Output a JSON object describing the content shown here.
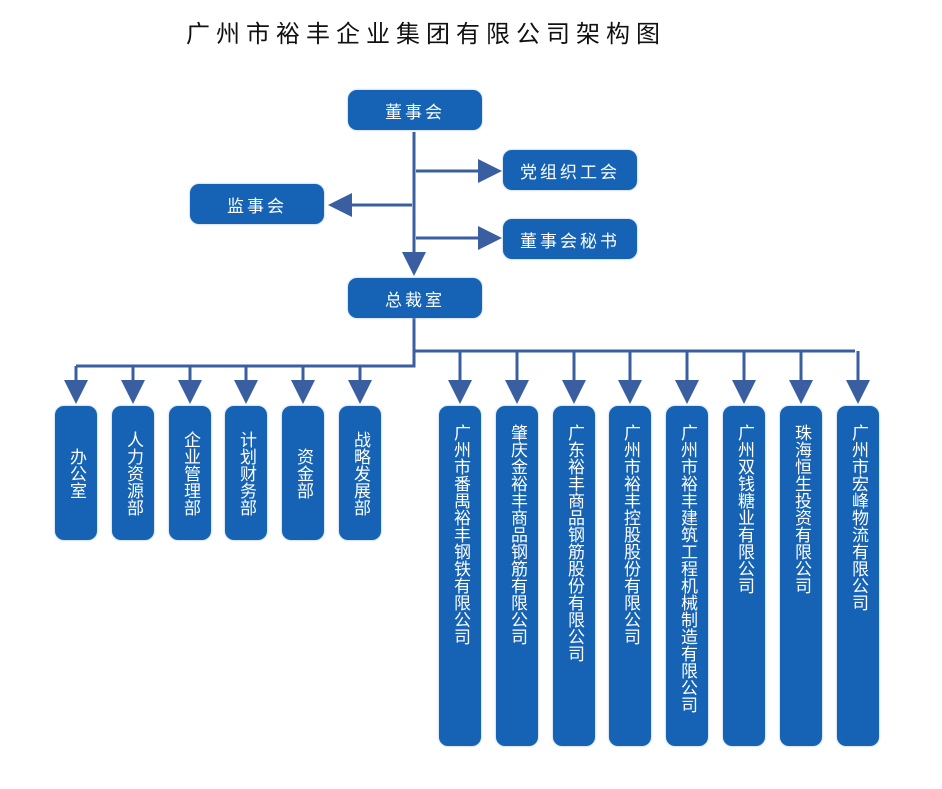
{
  "title": "广州市裕丰企业集团有限公司架构图",
  "colors": {
    "box": "#1663b5",
    "connector": "#3a5fa0",
    "text": "#ffffff"
  },
  "top": {
    "board": "董事会",
    "supervisors": "监事会",
    "party_union": "党组织工会",
    "board_secretary": "董事会秘书",
    "president_office": "总裁室"
  },
  "departments": [
    "办公室",
    "人力资源部",
    "企业管理部",
    "计划财务部",
    "资金部",
    "战略发展部"
  ],
  "subsidiaries": [
    "广州市番禺裕丰钢铁有限公司",
    "肇庆金裕丰商品钢筋有限公司",
    "广东裕丰商品钢筋股份有限公司",
    "广州市裕丰控股股份有限公司",
    "广州市裕丰建筑工程机械制造有限公司",
    "广州双钱糖业有限公司",
    "珠海恒生投资有限公司",
    "广州市宏峰物流有限公司"
  ]
}
